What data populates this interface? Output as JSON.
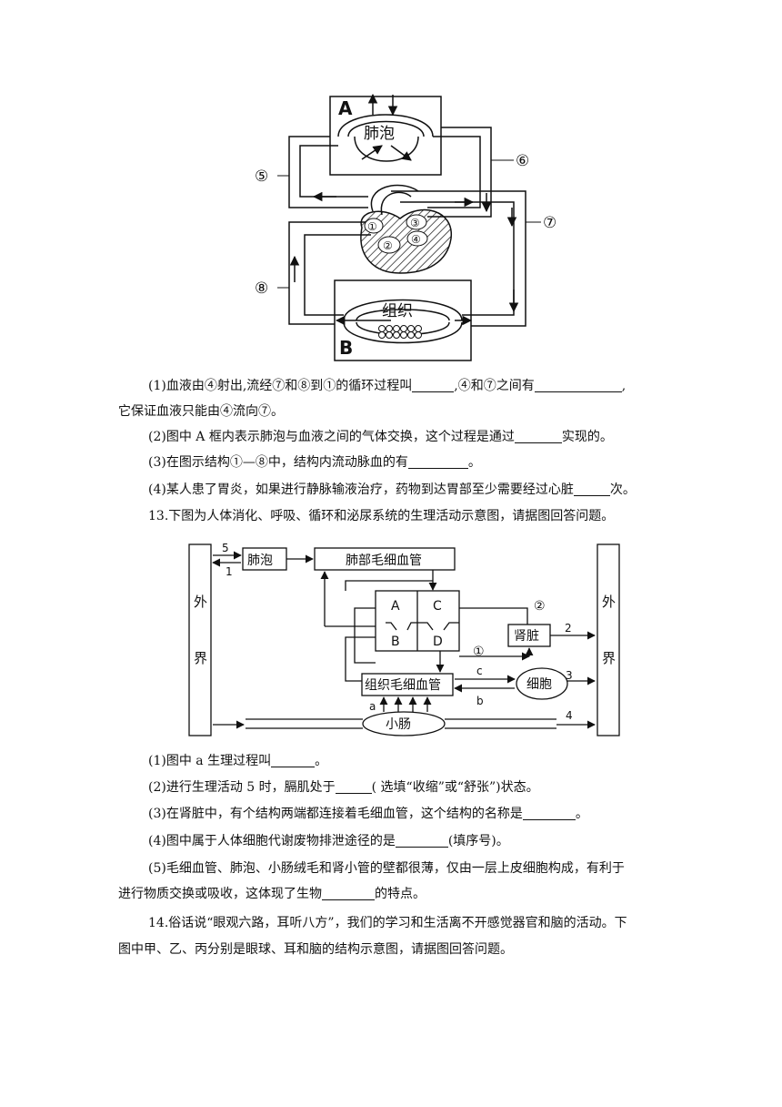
{
  "diagram1": {
    "label_A": "A",
    "label_B": "B",
    "alveolus": "肺泡",
    "tissue": "组织",
    "circ": [
      "⑤",
      "⑥",
      "⑦",
      "⑧"
    ],
    "heart": [
      "①",
      "②",
      "③",
      "④"
    ]
  },
  "q12": {
    "s1a": "(1)血液由④射出,流经⑦和⑧到①的循环过程叫",
    "s1b": ",④和⑦之间有",
    "s1c": ",",
    "s1d": "它保证血液只能由④流向⑦。",
    "s2a": "(2)图中 A 框内表示肺泡与血液之间的气体交换，这个过程是通过",
    "s2b": "实现的。",
    "s3a": "(3)在图示结构①—⑧中，结构内流动脉血的有",
    "s3b": "。",
    "s4a": "(4)某人患了胃炎，如果进行静脉输液治疗，药物到达胃部至少需要经过心脏",
    "s4b": "次。"
  },
  "q13": {
    "title": "13.下图为人体消化、呼吸、循环和泌尿系统的生理活动示意图，请据图回答问题。",
    "s1a": "(1)图中 a 生理过程叫",
    "s1b": "。",
    "s2a": "(2)进行生理活动 5 时，膈肌处于",
    "s2b": "( 选填“收缩”或“舒张”)状态。",
    "s3a": "(3)在肾脏中，有个结构两端都连接着毛细血管，这个结构的名称是",
    "s3b": "。",
    "s4a": "(4)图中属于人体细胞代谢废物排泄途径的是",
    "s4b": "(填序号)。",
    "s5a": "(5)毛细血管、肺泡、小肠绒毛和肾小管的壁都很薄，仅由一层上皮细胞构成，有利于",
    "s5b": "进行物质交换或吸收，这体现了生物",
    "s5c": "的特点。"
  },
  "diagram2": {
    "outside": [
      "外",
      "界"
    ],
    "alveolus": "肺泡",
    "lung_cap": "肺部毛细血管",
    "chambers": [
      "A",
      "B",
      "C",
      "D"
    ],
    "kidney": "肾脏",
    "tissue_cap": "组织毛细血管",
    "cell": "细胞",
    "intestine": "小肠",
    "nums": [
      "5",
      "1",
      "2",
      "3",
      "4"
    ],
    "circ": [
      "①",
      "②"
    ],
    "letters": [
      "a",
      "b",
      "c"
    ]
  },
  "q14": {
    "l1": "14.俗话说“眼观六路，耳听八方”，我们的学习和生活离不开感觉器官和脑的活动。下",
    "l2": "图中甲、乙、丙分别是眼球、耳和脑的结构示意图，请据图回答问题。"
  }
}
